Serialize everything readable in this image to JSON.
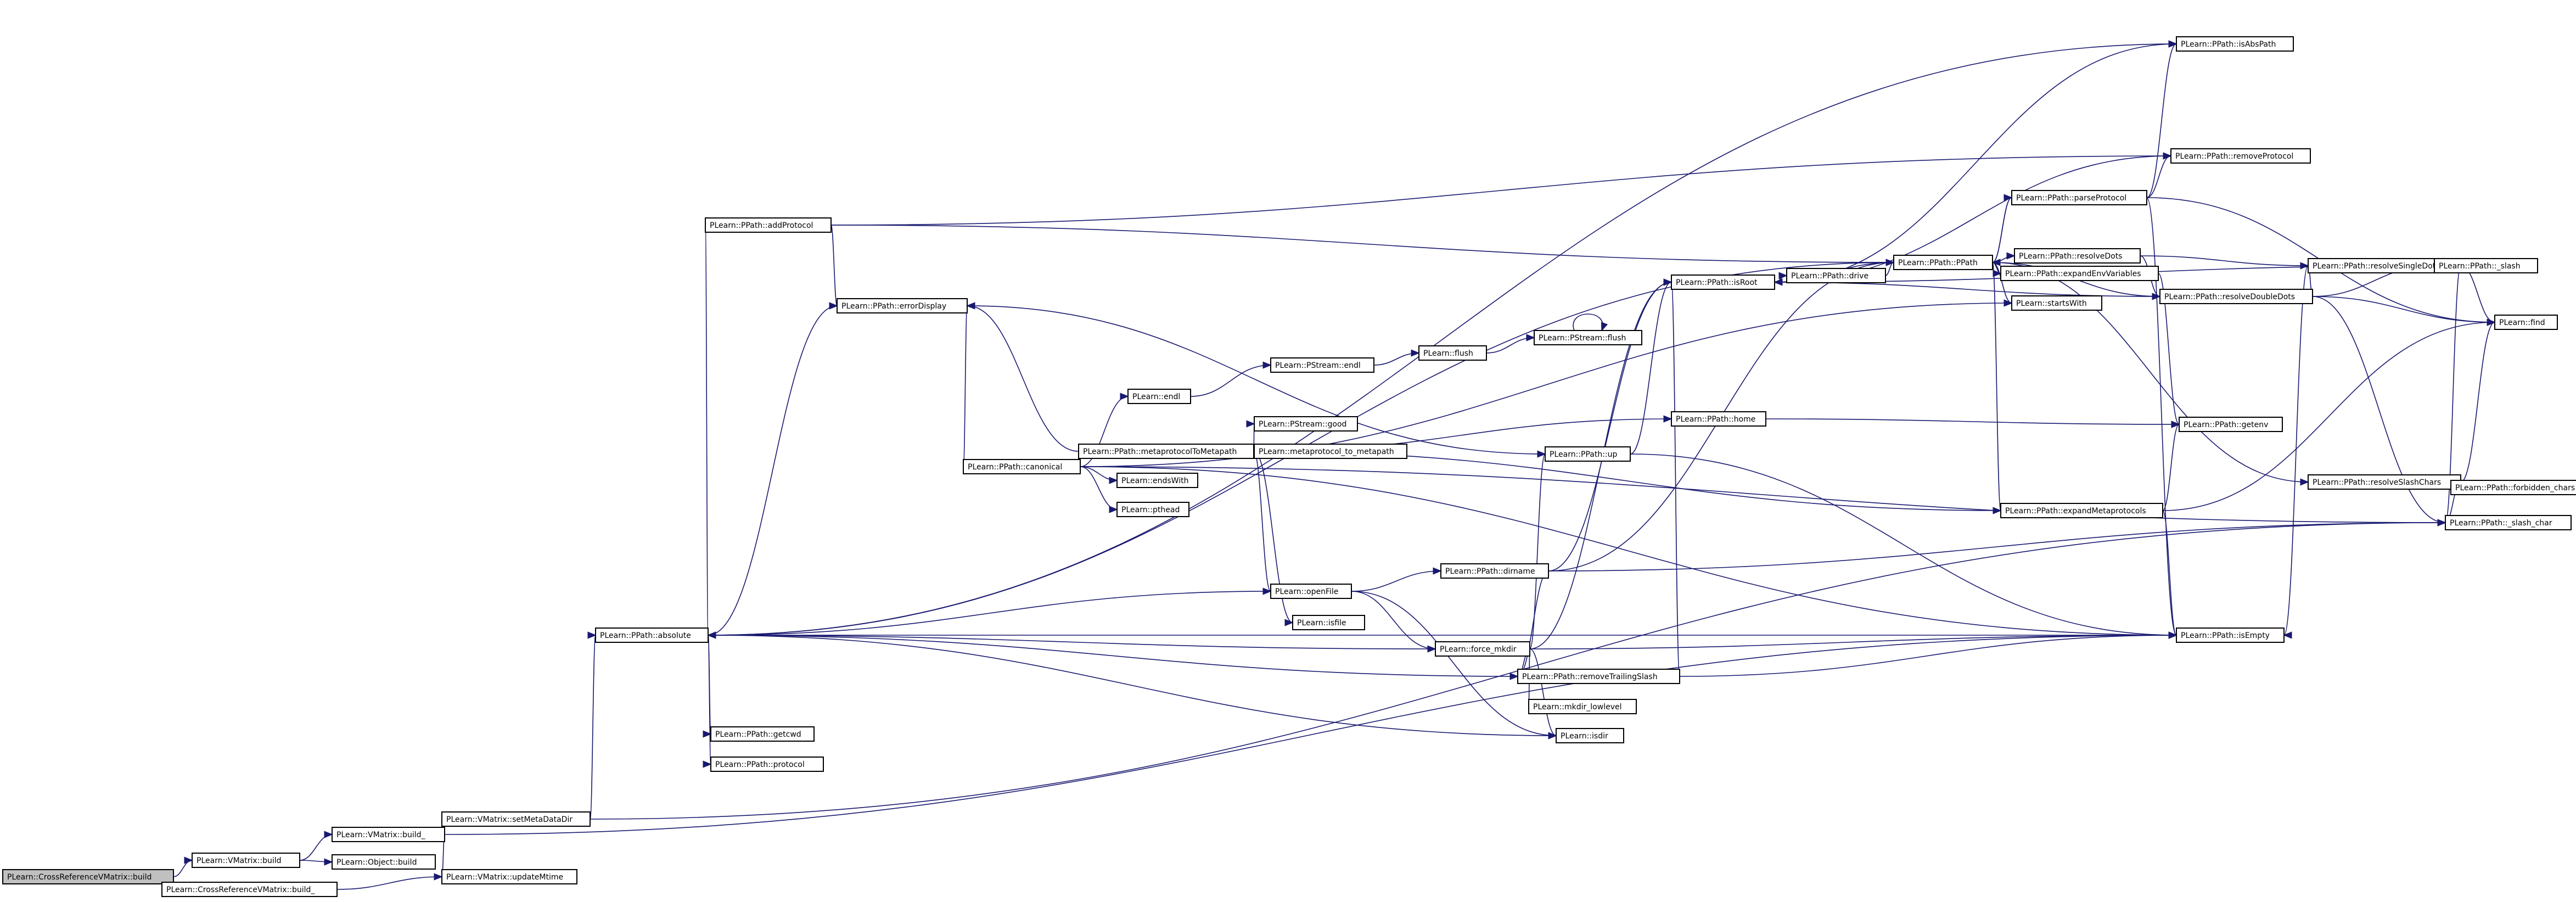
{
  "graph": {
    "nodes": [
      {
        "id": "cross_build",
        "label": "PLearn::CrossReferenceVMatrix::build",
        "root": true
      },
      {
        "id": "vm_build",
        "label": "PLearn::VMatrix::build"
      },
      {
        "id": "cross_build_",
        "label": "PLearn::CrossReferenceVMatrix::build_"
      },
      {
        "id": "vm_build_",
        "label": "PLearn::VMatrix::build_"
      },
      {
        "id": "obj_build",
        "label": "PLearn::Object::build"
      },
      {
        "id": "setMetaDataDir",
        "label": "PLearn::VMatrix::setMetaDataDir"
      },
      {
        "id": "updateMtime",
        "label": "PLearn::VMatrix::updateMtime"
      },
      {
        "id": "absolute",
        "label": "PLearn::PPath::absolute"
      },
      {
        "id": "getcwd",
        "label": "PLearn::PPath::getcwd"
      },
      {
        "id": "protocol",
        "label": "PLearn::PPath::protocol"
      },
      {
        "id": "addProtocol",
        "label": "PLearn::PPath::addProtocol"
      },
      {
        "id": "errorDisplay",
        "label": "PLearn::PPath::errorDisplay"
      },
      {
        "id": "canonical",
        "label": "PLearn::PPath::canonical"
      },
      {
        "id": "endl",
        "label": "PLearn::endl"
      },
      {
        "id": "metaprotocolToMetapath",
        "label": "PLearn::PPath::metaprotocolToMetapath"
      },
      {
        "id": "endsWith",
        "label": "PLearn::endsWith"
      },
      {
        "id": "pathead",
        "label": "PLearn::pthead"
      },
      {
        "id": "pstream_endl",
        "label": "PLearn::PStream::endl"
      },
      {
        "id": "flush",
        "label": "PLearn::flush"
      },
      {
        "id": "pstream_flush",
        "label": "PLearn::PStream::flush"
      },
      {
        "id": "pstream_good",
        "label": "PLearn::PStream::good"
      },
      {
        "id": "metaprotocol_to_metapath",
        "label": "PLearn::metaprotocol_to_metapath"
      },
      {
        "id": "openFile",
        "label": "PLearn::openFile"
      },
      {
        "id": "isfile",
        "label": "PLearn::isfile"
      },
      {
        "id": "dirname",
        "label": "PLearn::PPath::dirname"
      },
      {
        "id": "force_mkdir",
        "label": "PLearn::force_mkdir"
      },
      {
        "id": "removeTrailingSlash",
        "label": "PLearn::PPath::removeTrailingSlash"
      },
      {
        "id": "mkdir_lowlevel",
        "label": "PLearn::mkdir_lowlevel"
      },
      {
        "id": "isdir",
        "label": "PLearn::isdir"
      },
      {
        "id": "up",
        "label": "PLearn::PPath::up"
      },
      {
        "id": "home",
        "label": "PLearn::PPath::home"
      },
      {
        "id": "isRoot",
        "label": "PLearn::PPath::isRoot"
      },
      {
        "id": "drive",
        "label": "PLearn::PPath::drive"
      },
      {
        "id": "ppath",
        "label": "PLearn::PPath::PPath"
      },
      {
        "id": "expandEnvVariables",
        "label": "PLearn::PPath::expandEnvVariables"
      },
      {
        "id": "startsWith",
        "label": "PLearn::startsWith"
      },
      {
        "id": "expandMetaprotocols",
        "label": "PLearn::PPath::expandMetaprotocols"
      },
      {
        "id": "parseProtocol",
        "label": "PLearn::PPath::parseProtocol"
      },
      {
        "id": "resolveDots",
        "label": "PLearn::PPath::resolveDots"
      },
      {
        "id": "resolveDoubleDots",
        "label": "PLearn::PPath::resolveDoubleDots"
      },
      {
        "id": "resolveSingleDots",
        "label": "PLearn::PPath::resolveSingleDots"
      },
      {
        "id": "resolveSlashChars",
        "label": "PLearn::PPath::resolveSlashChars"
      },
      {
        "id": "getenv",
        "label": "PLearn::PPath::getenv"
      },
      {
        "id": "isAbsPath",
        "label": "PLearn::PPath::isAbsPath"
      },
      {
        "id": "removeProtocol",
        "label": "PLearn::PPath::removeProtocol"
      },
      {
        "id": "slash",
        "label": "PLearn::PPath::_slash"
      },
      {
        "id": "find",
        "label": "PLearn::find"
      },
      {
        "id": "forbidden_chars",
        "label": "PLearn::PPath::forbidden_chars"
      },
      {
        "id": "slash_char",
        "label": "PLearn::PPath::_slash_char"
      },
      {
        "id": "isEmpty",
        "label": "PLearn::PPath::isEmpty"
      }
    ],
    "edges": [
      [
        "cross_build",
        "vm_build"
      ],
      [
        "cross_build",
        "cross_build_"
      ],
      [
        "vm_build",
        "vm_build_"
      ],
      [
        "vm_build",
        "obj_build"
      ],
      [
        "vm_build_",
        "setMetaDataDir"
      ],
      [
        "vm_build_",
        "updateMtime"
      ],
      [
        "vm_build_",
        "isEmpty"
      ],
      [
        "cross_build_",
        "updateMtime"
      ],
      [
        "setMetaDataDir",
        "absolute"
      ],
      [
        "setMetaDataDir",
        "slash_char"
      ],
      [
        "absolute",
        "addProtocol"
      ],
      [
        "absolute",
        "getcwd"
      ],
      [
        "absolute",
        "protocol"
      ],
      [
        "absolute",
        "errorDisplay"
      ],
      [
        "absolute",
        "isAbsPath"
      ],
      [
        "absolute",
        "ppath"
      ],
      [
        "absolute",
        "isEmpty"
      ],
      [
        "absolute",
        "removeTrailingSlash"
      ],
      [
        "addProtocol",
        "errorDisplay"
      ],
      [
        "addProtocol",
        "removeProtocol"
      ],
      [
        "addProtocol",
        "ppath"
      ],
      [
        "errorDisplay",
        "canonical"
      ],
      [
        "canonical",
        "endl"
      ],
      [
        "canonical",
        "metaprotocolToMetapath"
      ],
      [
        "canonical",
        "endsWith"
      ],
      [
        "canonical",
        "pathead"
      ],
      [
        "canonical",
        "isEmpty"
      ],
      [
        "canonical",
        "slash_char"
      ],
      [
        "canonical",
        "startsWith"
      ],
      [
        "endl",
        "pstream_endl"
      ],
      [
        "pstream_endl",
        "flush"
      ],
      [
        "flush",
        "pstream_flush"
      ],
      [
        "pstream_flush",
        "pstream_flush"
      ],
      [
        "metaprotocolToMetapath",
        "errorDisplay"
      ],
      [
        "metaprotocolToMetapath",
        "pstream_good"
      ],
      [
        "metaprotocolToMetapath",
        "metaprotocol_to_metapath"
      ],
      [
        "metaprotocolToMetapath",
        "openFile"
      ],
      [
        "metaprotocolToMetapath",
        "isfile"
      ],
      [
        "metaprotocolToMetapath",
        "home"
      ],
      [
        "openFile",
        "absolute"
      ],
      [
        "openFile",
        "dirname"
      ],
      [
        "openFile",
        "force_mkdir"
      ],
      [
        "openFile",
        "isdir"
      ],
      [
        "dirname",
        "ppath"
      ],
      [
        "dirname",
        "isRoot"
      ],
      [
        "dirname",
        "removeTrailingSlash"
      ],
      [
        "dirname",
        "slash_char"
      ],
      [
        "force_mkdir",
        "absolute"
      ],
      [
        "force_mkdir",
        "isRoot"
      ],
      [
        "force_mkdir",
        "up"
      ],
      [
        "force_mkdir",
        "removeTrailingSlash"
      ],
      [
        "force_mkdir",
        "mkdir_lowlevel"
      ],
      [
        "force_mkdir",
        "isdir"
      ],
      [
        "force_mkdir",
        "isEmpty"
      ],
      [
        "removeTrailingSlash",
        "isRoot"
      ],
      [
        "removeTrailingSlash",
        "isEmpty"
      ],
      [
        "isdir",
        "absolute"
      ],
      [
        "up",
        "isRoot"
      ],
      [
        "up",
        "isEmpty"
      ],
      [
        "up",
        "errorDisplay"
      ],
      [
        "home",
        "getenv"
      ],
      [
        "isRoot",
        "drive"
      ],
      [
        "isRoot",
        "isAbsPath"
      ],
      [
        "isRoot",
        "removeProtocol"
      ],
      [
        "isRoot",
        "slash"
      ],
      [
        "drive",
        "ppath"
      ],
      [
        "ppath",
        "expandEnvVariables"
      ],
      [
        "ppath",
        "startsWith"
      ],
      [
        "ppath",
        "expandMetaprotocols"
      ],
      [
        "ppath",
        "parseProtocol"
      ],
      [
        "ppath",
        "resolveDots"
      ],
      [
        "ppath",
        "resolveSlashChars"
      ],
      [
        "ppath",
        "isRoot"
      ],
      [
        "expandEnvVariables",
        "getenv"
      ],
      [
        "expandMetaprotocols",
        "getenv"
      ],
      [
        "expandMetaprotocols",
        "metaprotocolToMetapath"
      ],
      [
        "expandMetaprotocols",
        "isEmpty"
      ],
      [
        "expandMetaprotocols",
        "find"
      ],
      [
        "parseProtocol",
        "isAbsPath"
      ],
      [
        "parseProtocol",
        "removeProtocol"
      ],
      [
        "parseProtocol",
        "ppath"
      ],
      [
        "parseProtocol",
        "isEmpty"
      ],
      [
        "parseProtocol",
        "find"
      ],
      [
        "resolveDots",
        "resolveDoubleDots"
      ],
      [
        "resolveDots",
        "resolveSingleDots"
      ],
      [
        "resolveDoubleDots",
        "ppath"
      ],
      [
        "resolveDoubleDots",
        "resolveSingleDots"
      ],
      [
        "resolveDoubleDots",
        "find"
      ],
      [
        "resolveDoubleDots",
        "slash"
      ],
      [
        "resolveDoubleDots",
        "slash_char"
      ],
      [
        "resolveDoubleDots",
        "isRoot"
      ],
      [
        "resolveSingleDots",
        "slash"
      ],
      [
        "resolveSingleDots",
        "find"
      ],
      [
        "resolveSingleDots",
        "slash_char"
      ],
      [
        "resolveSingleDots",
        "isEmpty"
      ],
      [
        "resolveSlashChars",
        "forbidden_chars"
      ],
      [
        "resolveSlashChars",
        "slash_char"
      ],
      [
        "resolveSlashChars",
        "find"
      ]
    ]
  }
}
